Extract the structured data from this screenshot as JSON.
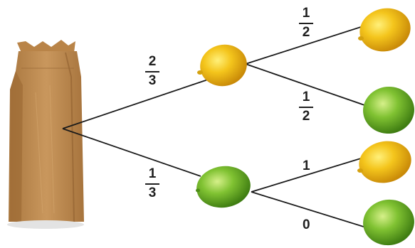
{
  "probabilities": {
    "yellow_first": {
      "numerator": "2",
      "denominator": "3"
    },
    "green_first": {
      "numerator": "1",
      "denominator": "3"
    },
    "yellow_then_yellow": {
      "numerator": "1",
      "denominator": "2"
    },
    "yellow_then_green": {
      "numerator": "1",
      "denominator": "2"
    },
    "green_then_yellow": "1",
    "green_then_green": "0"
  },
  "colors": {
    "yellow_lemon": "#f2c21b",
    "green_lime": "#7cbd2e",
    "paper_bag": "#c4915a",
    "line": "#1a1a1a"
  }
}
